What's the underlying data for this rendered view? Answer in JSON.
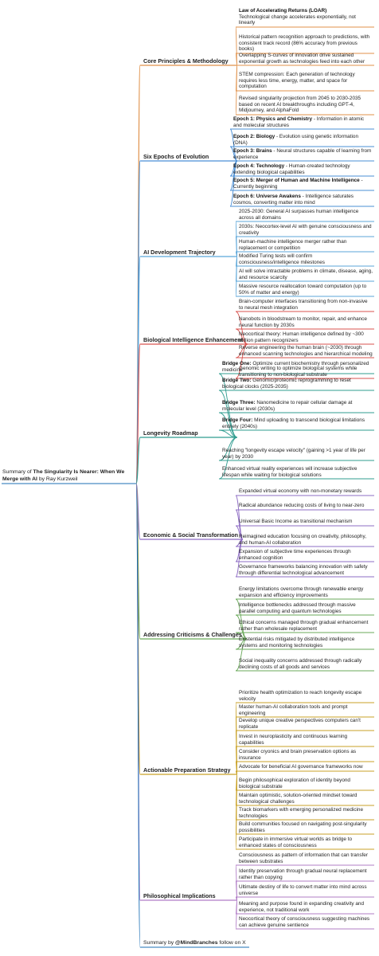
{
  "root": {
    "prefix": "Summary of ",
    "title": "The Singularity Is Nearer: When We Merge with AI",
    "suffix": " by Ray Kurzweil"
  },
  "branches": [
    {
      "label": "Core Principles & Methodology",
      "color": "#e0914a",
      "leaves": [
        {
          "bold": "Law of Accelerating Returns (LOAR)",
          "text": "Technological change accelerates exponentially, not linearly",
          "sep": "\n"
        },
        {
          "bold": "",
          "text": "Historical pattern recognition approach to predictions, with consistent track record (86% accuracy from previous books)"
        },
        {
          "bold": "",
          "text": "Overlapping S-curves of innovation drive sustained exponential growth as technologies feed into each other"
        },
        {
          "bold": "",
          "text": "STEM compression: Each generation of technology requires less time, energy, matter, and space for computation"
        },
        {
          "bold": "",
          "text": "Revised singularity projection from 2045 to 2030-2035 based on recent AI breakthroughs including GPT-4, Midjourney, and AlphaFold"
        }
      ]
    },
    {
      "label": "Six Epochs of Evolution",
      "color": "#4a8fd6",
      "leaves": [
        {
          "bold": "Epoch 1: Physics and Chemistry",
          "text": "Information in atomic and molecular structures",
          "sep": " - "
        },
        {
          "bold": "Epoch 2: Biology",
          "text": "Evolution using genetic information (DNA)",
          "sep": " - "
        },
        {
          "bold": "Epoch 3: Brains",
          "text": "Neural structures capable of learning from experience",
          "sep": " - "
        },
        {
          "bold": "Epoch 4: Technology",
          "text": "Human-created technology extending biological capabilities",
          "sep": " - "
        },
        {
          "bold": "Epoch 5: Merger of Human and Machine Intelligence",
          "text": "Currently beginning",
          "sep": " - "
        },
        {
          "bold": "Epoch 6: Universe Awakens",
          "text": "Intelligence saturates cosmos, converting matter into mind",
          "sep": " - "
        }
      ]
    },
    {
      "label": "AI Development Trajectory",
      "color": "#5ba6d9",
      "leaves": [
        {
          "bold": "",
          "text": "2025-2030: General AI surpasses human intelligence across all domains"
        },
        {
          "bold": "",
          "text": "2030s: Neocortex-level AI with genuine consciousness and creativity"
        },
        {
          "bold": "",
          "text": "Human-machine intelligence merger rather than replacement or competition"
        },
        {
          "bold": "",
          "text": "Modified Turing tests will confirm consciousness/intelligence milestones"
        },
        {
          "bold": "",
          "text": "AI will solve intractable problems in climate, disease, aging, and resource scarcity"
        },
        {
          "bold": "",
          "text": "Massive resource reallocation toward computation (up to 50% of matter and energy)"
        }
      ]
    },
    {
      "label": "Biological Intelligence Enhancement",
      "color": "#d9534f",
      "leaves": [
        {
          "bold": "",
          "text": "Brain-computer interfaces transitioning from non-invasive to neural mesh integration"
        },
        {
          "bold": "",
          "text": "Nanobots in bloodstream to monitor, repair, and enhance neural function by 2030s"
        },
        {
          "bold": "",
          "text": "Neocortical theory: Human intelligence defined by ~300 million pattern recognizers"
        },
        {
          "bold": "",
          "text": "Reverse engineering the human brain (~2030) through enhanced scanning technologies and hierarchical modeling"
        },
        {
          "bold": "",
          "text": "Genomic writing to optimize biological systems while transitioning to non-biological substrate"
        }
      ]
    },
    {
      "label": "Longevity Roadmap",
      "color": "#2f9c8f",
      "leaves": [
        {
          "bold": "Bridge One:",
          "text": "Optimize current biochemistry through personalized medicine",
          "sep": " "
        },
        {
          "bold": "Bridge Two:",
          "text": "Genomic/proteomic reprogramming to reset biological clocks (2025-2035)",
          "sep": " "
        },
        {
          "bold": "Bridge Three:",
          "text": "Nanomedicine to repair cellular damage at molecular level (2030s)",
          "sep": " "
        },
        {
          "bold": "Bridge Four:",
          "text": "Mind uploading to transcend biological limitations entirely (2040s)",
          "sep": " "
        },
        {
          "bold": "",
          "text": "Reaching \"longevity escape velocity\" (gaining >1 year of life per year) by 2030"
        },
        {
          "bold": "",
          "text": "Enhanced virtual reality experiences will increase subjective lifespan while waiting for biological solutions"
        }
      ]
    },
    {
      "label": "Economic & Social Transformation",
      "color": "#8e6cc4",
      "leaves": [
        {
          "bold": "",
          "text": "Expanded virtual economy with non-monetary rewards"
        },
        {
          "bold": "",
          "text": "Radical abundance reducing costs of living to near-zero"
        },
        {
          "bold": "",
          "text": "Universal Basic Income as transitional mechanism"
        },
        {
          "bold": "",
          "text": "Reimagined education focusing on creativity, philosophy, and human-AI collaboration"
        },
        {
          "bold": "",
          "text": "Expansion of subjective time experiences through enhanced cognition"
        },
        {
          "bold": "",
          "text": "Governance frameworks balancing innovation with safety through differential technological advancement"
        }
      ]
    },
    {
      "label": "Addressing Criticisms & Challenges",
      "color": "#6aaa5a",
      "leaves": [
        {
          "bold": "",
          "text": "Energy limitations overcome through renewable energy expansion and efficiency improvements"
        },
        {
          "bold": "",
          "text": "Intelligence bottlenecks addressed through massive parallel computing and quantum technologies"
        },
        {
          "bold": "",
          "text": "Ethical concerns managed through gradual enhancement rather than wholesale replacement"
        },
        {
          "bold": "",
          "text": "Existential risks mitigated by distributed intelligence systems and monitoring technologies"
        },
        {
          "bold": "",
          "text": "Social inequality concerns addressed through radically declining costs of all goods and services"
        }
      ]
    },
    {
      "label": "Actionable Preparation Strategy",
      "color": "#c9a227",
      "leaves": [
        {
          "bold": "",
          "text": "Prioritize health optimization to reach longevity escape velocity"
        },
        {
          "bold": "",
          "text": "Master human-AI collaboration tools and prompt engineering"
        },
        {
          "bold": "",
          "text": "Develop unique creative perspectives computers can't replicate"
        },
        {
          "bold": "",
          "text": "Invest in neuroplasticity and continuous learning capabilities"
        },
        {
          "bold": "",
          "text": "Consider cryonics and brain preservation options as insurance"
        },
        {
          "bold": "",
          "text": "Advocate for beneficial AI governance frameworks now"
        },
        {
          "bold": "",
          "text": "Begin philosophical exploration of identity beyond biological substrate"
        },
        {
          "bold": "",
          "text": "Maintain optimistic, solution-oriented mindset toward technological challenges"
        },
        {
          "bold": "",
          "text": "Track biomarkers with emerging personalized medicine technologies"
        },
        {
          "bold": "",
          "text": "Build communities focused on navigating post-singularity possibilities"
        },
        {
          "bold": "",
          "text": "Participate in immersive virtual worlds as bridge to enhanced states of consciousness"
        }
      ]
    },
    {
      "label": "Philosophical Implications",
      "color": "#b07cc6",
      "leaves": [
        {
          "bold": "",
          "text": "Consciousness as pattern of information that can transfer between substrates"
        },
        {
          "bold": "",
          "text": "Identity preservation through gradual neural replacement rather than copying"
        },
        {
          "bold": "",
          "text": "Ultimate destiny of life to convert matter into mind across universe"
        },
        {
          "bold": "",
          "text": "Meaning and purpose found in expanding creativity and experience, not traditional work"
        },
        {
          "bold": "",
          "text": "Neocortical theory of consciousness suggesting machines can achieve genuine sentience"
        }
      ]
    }
  ],
  "footer": {
    "prefix": "Summary by ",
    "handle": "@MindBranches",
    "suffix": " follow on X"
  }
}
